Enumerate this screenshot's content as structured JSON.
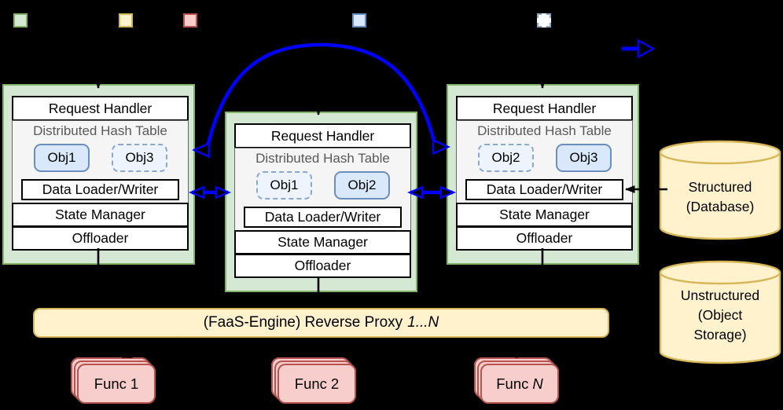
{
  "legend": {
    "swatches": [
      {
        "id": "worker-node",
        "fill": "#d5e8d4",
        "border": "#82b366",
        "border_style": "solid"
      },
      {
        "id": "storage",
        "fill": "#fff2cc",
        "border": "#d6b656",
        "border_style": "solid"
      },
      {
        "id": "function",
        "fill": "#f8cecc",
        "border": "#b85450",
        "border_style": "solid"
      },
      {
        "id": "local-object",
        "fill": "#dae8fc",
        "border": "#6c8ebf",
        "border_style": "solid"
      },
      {
        "id": "remote-object",
        "fill": "#fbfdff",
        "border": "#6c8ebf",
        "border_style": "dashed"
      }
    ],
    "arrow": {
      "id": "blue-transfer-arrow",
      "color": "#0000ff"
    }
  },
  "nodes": [
    {
      "request_handler": "Request Handler",
      "dht_label": "Distributed Hash Table",
      "objects": [
        {
          "label": "Obj1",
          "style": "solid"
        },
        {
          "label": "Obj3",
          "style": "dashed"
        }
      ],
      "data_loader": "Data Loader/Writer",
      "state_manager": "State Manager",
      "offloader": "Offloader"
    },
    {
      "request_handler": "Request Handler",
      "dht_label": "Distributed Hash Table",
      "objects": [
        {
          "label": "Obj1",
          "style": "dashed"
        },
        {
          "label": "Obj2",
          "style": "solid"
        }
      ],
      "data_loader": "Data Loader/Writer",
      "state_manager": "State Manager",
      "offloader": "Offloader"
    },
    {
      "request_handler": "Request Handler",
      "dht_label": "Distributed Hash Table",
      "objects": [
        {
          "label": "Obj2",
          "style": "dashed"
        },
        {
          "label": "Obj3",
          "style": "solid"
        }
      ],
      "data_loader": "Data Loader/Writer",
      "state_manager": "State Manager",
      "offloader": "Offloader"
    }
  ],
  "proxy": {
    "prefix": "(FaaS-Engine) Reverse Proxy",
    "range": "1...N"
  },
  "functions": [
    {
      "prefix": "Func",
      "suffix": "1",
      "suffix_style": "regular"
    },
    {
      "prefix": "Func",
      "suffix": "2",
      "suffix_style": "regular"
    },
    {
      "prefix": "Func",
      "suffix": "N",
      "suffix_style": "italic"
    }
  ],
  "storage": {
    "structured": {
      "lines": [
        "Structured",
        "(Database)"
      ]
    },
    "unstructured": {
      "lines": [
        "Unstructured",
        "(Object",
        "Storage)"
      ]
    }
  },
  "colors": {
    "background": "#000000",
    "node_fill": "#d5e8d4",
    "node_border": "#82b366",
    "dht_fill": "#f5f5f5",
    "dht_border": "#666666",
    "dht_text": "#595959",
    "object_fill": "#dae8fc",
    "object_border": "#6c8ebf",
    "storage_fill": "#fff2cc",
    "storage_border": "#d6b656",
    "function_fill": "#f8cecc",
    "function_border": "#b85450",
    "arrow_blue": "#0000ff",
    "arrow_black": "#000000"
  }
}
